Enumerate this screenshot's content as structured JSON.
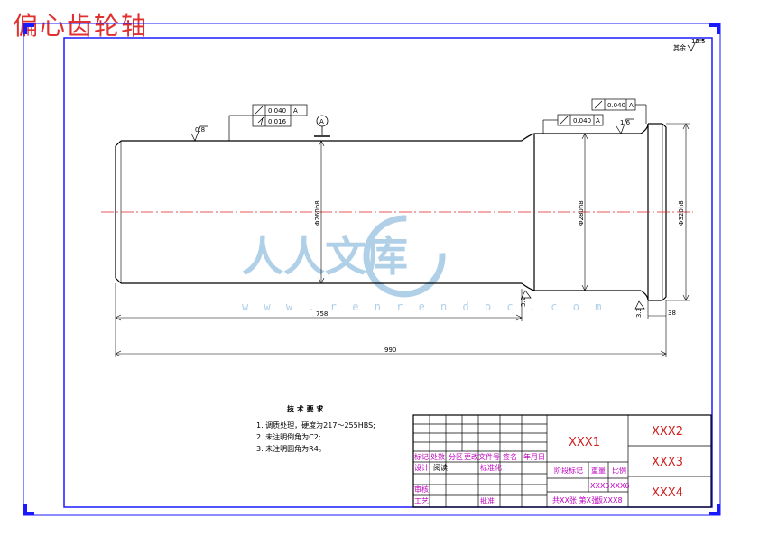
{
  "title": "偏心齿轮轴",
  "roughness_other": "其余",
  "roughness_other_value": "12.5",
  "datum_letter": "A",
  "tolerances": {
    "left_top": "0.040",
    "left_top_datum": "A",
    "left_bottom": "0.016",
    "right_top": "0.040",
    "right_top_datum": "A",
    "right_lower": "0.040",
    "right_lower_datum": "A"
  },
  "roughness": {
    "left": "0.8",
    "right": "1.6",
    "right_lower": "3.2",
    "left_lower": "3.2"
  },
  "dimensions": {
    "dia_left": "Φ260h8",
    "dia_mid": "Φ280h8",
    "dia_right": "Φ320h8",
    "len_left": "758",
    "len_total": "990",
    "len_right": "38"
  },
  "requirements": {
    "heading": "技 术 要 求",
    "items": [
      "1. 调质处理，硬度为217～255HBS;",
      "2. 未注明倒角为C2;",
      "3. 未注明圆角为R4。"
    ]
  },
  "title_block": {
    "drawing_name": "XXX1",
    "right_1": "XXX2",
    "right_2": "XXX3",
    "right_3": "XXX4",
    "mark_label": "标记",
    "count_label": "处数",
    "zone_label": "分区",
    "doc_label": "更改文件号",
    "sign_label": "签名",
    "date_label": "年月日",
    "design_label": "设计",
    "designer": "阅读",
    "std_label": "标准化",
    "review_label": "审核",
    "process_label": "工艺",
    "approve_label": "批准",
    "stage_label": "阶段标记",
    "weight_label": "重量",
    "scale_label": "比例",
    "weight_value": "XXX5",
    "scale_value": "XXX6",
    "sheet_text": "共XX张 第X张",
    "ver_text": "版XXX8"
  },
  "watermark": {
    "text": "人人文库",
    "url": "w w w . r e n r e n d o c . c o m"
  },
  "colors": {
    "frame": "#1a1aff",
    "title": "#e03030",
    "tb_text": "#c000c0",
    "centerline": "#e02020"
  }
}
